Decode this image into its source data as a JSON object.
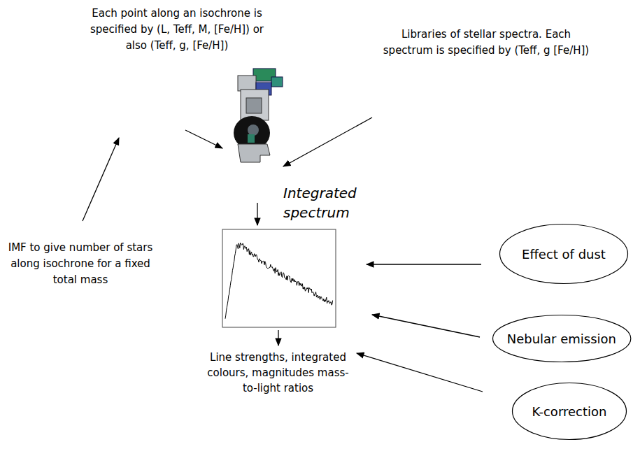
{
  "diagram": {
    "nodes": [
      {
        "text": [
          "Effect of dust"
        ]
      },
      {
        "text": [
          "Nebular emission"
        ]
      },
      {
        "text": [
          "K-correction"
        ]
      }
    ],
    "labels": [
      "Each point along an isochrone is specified by (L, Teff, M, [Fe/H]) or also (Teff, g, [Fe/H])",
      "Libraries of stellar spectra. Each spectrum is specified by (Teff, g [Fe/H])",
      "Integrated spectrum",
      "IMF to give number of stars along isochrone for a fixed total mass",
      "Line strengths, integrated colours, magnitudes mass-to-light ratios"
    ]
  }
}
